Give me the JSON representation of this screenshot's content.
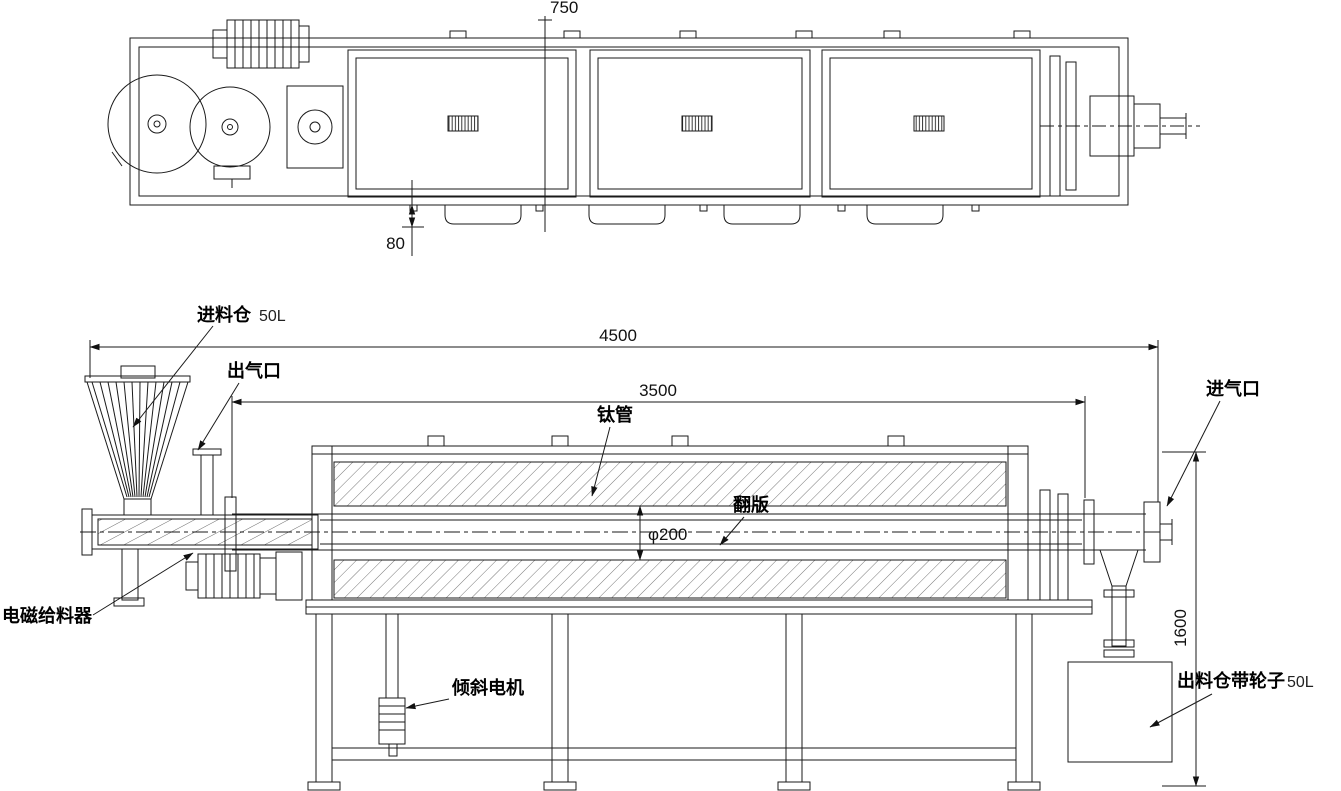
{
  "drawing": {
    "labels": {
      "feed_hopper": "进料仓",
      "feed_hopper_capacity": "50L",
      "gas_outlet": "出气口",
      "titanium_tube": "钛管",
      "flip_plate": "翻版",
      "gas_inlet": "进气口",
      "electromagnetic_feeder": "电磁给料器",
      "tilt_motor": "倾斜电机",
      "discharge_bin": "出料仓带轮子",
      "discharge_bin_capacity": "50L"
    },
    "dimensions": {
      "top_offset": "750",
      "foot_offset": "80",
      "overall_length": "4500",
      "tube_length": "3500",
      "tube_diameter": "φ200",
      "discharge_height": "1600"
    },
    "colors": {
      "line": "#1a1a1a",
      "background": "#ffffff"
    }
  }
}
